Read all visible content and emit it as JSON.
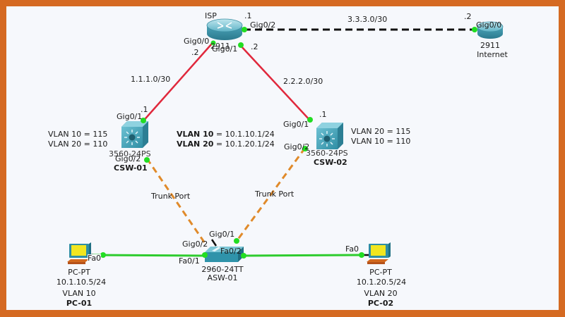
{
  "colors": {
    "frame": "#d56a22",
    "canvas": "#f6f8fc",
    "wan_link": "#e0283c",
    "trunk_link": "#e08a2a",
    "access_link": "#2ecc2e",
    "serial_link": "#111111",
    "port_up": "#22dd22",
    "device": "#3a9cb0"
  },
  "devices": {
    "isp": {
      "name": "ISP",
      "model": "2911",
      "icon": "router-icon"
    },
    "internet": {
      "model": "2911",
      "name": "Internet",
      "icon": "router-icon"
    },
    "csw01": {
      "model": "3560-24PS",
      "name": "CSW-01",
      "icon": "multilayer-switch-icon",
      "vlan_lines": [
        "VLAN 10 = 115",
        "VLAN 20 = 110"
      ]
    },
    "csw02": {
      "model": "3560-24PS",
      "name": "CSW-02",
      "icon": "multilayer-switch-icon",
      "vlan_lines": [
        "VLAN 20 = 115",
        "VLAN 10 = 110"
      ]
    },
    "asw01": {
      "model": "2960-24TT",
      "name": "ASW-01",
      "icon": "switch-icon"
    },
    "pc01": {
      "model": "PC-PT",
      "ip": "10.1.10.5/24",
      "vlan": "VLAN 10",
      "name": "PC-01",
      "icon": "pc-icon"
    },
    "pc02": {
      "model": "PC-PT",
      "ip": "10.1.20.5/24",
      "vlan": "VLAN 20",
      "name": "PC-02",
      "icon": "pc-icon"
    }
  },
  "svi": [
    {
      "vlan": "VLAN 10",
      "ip": "= 10.1.10.1/24"
    },
    {
      "vlan": "VLAN 20",
      "ip": "= 10.1.20.1/24"
    }
  ],
  "links": {
    "isp_internet": {
      "subnet": "3.3.3.0/30",
      "a_port": "Gig0/2",
      "a_host": ".1",
      "b_port": "Gig0/0",
      "b_host": ".2"
    },
    "isp_csw01": {
      "subnet": "1.1.1.0/30",
      "a_port": "Gig0/0",
      "a_host": ".2",
      "b_port": "Gig0/1",
      "b_host": ".1"
    },
    "isp_csw02": {
      "subnet": "2.2.2.0/30",
      "a_port": "Gig0/1",
      "a_host": ".2",
      "b_port": "Gig0/1",
      "b_host": ".1"
    },
    "csw01_asw01": {
      "label": "Trunk Port",
      "a_port": "Gig0/2",
      "b_port": "Gig0/2"
    },
    "csw02_asw01": {
      "label": "Trunk Port",
      "a_port": "Gig0/2",
      "b_port": "Gig0/1"
    },
    "pc01_asw01": {
      "a_port": "Fa0",
      "b_port": "Fa0/1"
    },
    "pc02_asw01": {
      "a_port": "Fa0",
      "b_port": "Fa0/2"
    }
  }
}
